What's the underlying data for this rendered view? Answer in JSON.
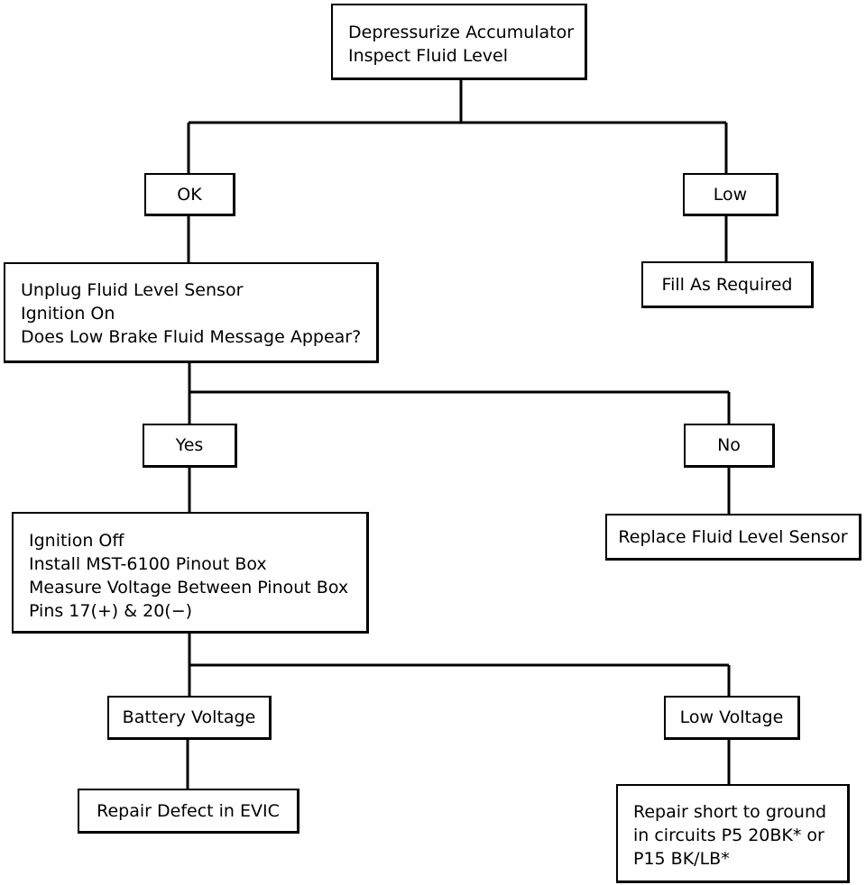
{
  "nodes": {
    "start": [
      "Depressurize Accumulator",
      "Inspect Fluid Level"
    ],
    "ok": "OK",
    "low": "Low",
    "fill": "Fill As Required",
    "unplug": [
      "Unplug Fluid Level Sensor",
      "Ignition On",
      "Does Low Brake Fluid Message Appear?"
    ],
    "yes": "Yes",
    "no": "No",
    "replace": "Replace Fluid Level Sensor",
    "ignition_off": [
      "Ignition Off",
      "Install MST-6100 Pinout Box",
      "Measure Voltage Between Pinout Box",
      "Pins 17(+) & 20(−)"
    ],
    "battery_voltage": "Battery Voltage",
    "low_voltage": "Low Voltage",
    "repair_evic": "Repair Defect in EVIC",
    "repair_short": [
      "Repair short to ground",
      "in circuits P5 20BK* or",
      "P15 BK/LB*"
    ]
  },
  "style": {
    "line_color": "#000000",
    "box_fill": "#ffffff"
  }
}
